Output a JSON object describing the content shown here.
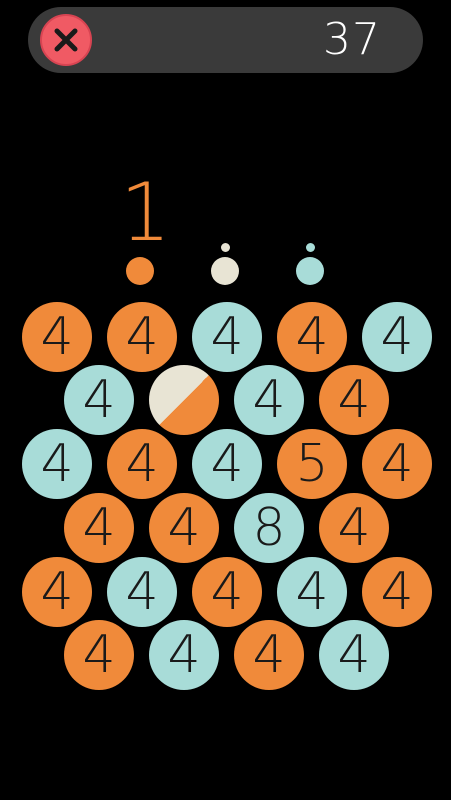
{
  "header": {
    "close_icon": "close-icon",
    "score": "37"
  },
  "next": {
    "count": "1",
    "queue": [
      {
        "color": "#f08a3a",
        "indicator": false
      },
      {
        "color": "#e8e4d4",
        "indicator": true
      },
      {
        "color": "#a8dcd8",
        "indicator": true
      }
    ]
  },
  "colors": {
    "orange": "#f08a3a",
    "teal": "#a8dcd8",
    "cream": "#e8e4d4",
    "close_red": "#f05a64"
  },
  "board": {
    "rows": [
      [
        {
          "value": "4",
          "color": "orange"
        },
        {
          "value": "4",
          "color": "orange"
        },
        {
          "value": "4",
          "color": "teal"
        },
        {
          "value": "4",
          "color": "orange"
        },
        {
          "value": "4",
          "color": "teal"
        }
      ],
      [
        {
          "value": "4",
          "color": "teal"
        },
        {
          "value": "",
          "color": "split"
        },
        {
          "value": "4",
          "color": "teal"
        },
        {
          "value": "4",
          "color": "orange"
        }
      ],
      [
        {
          "value": "4",
          "color": "teal"
        },
        {
          "value": "4",
          "color": "orange"
        },
        {
          "value": "4",
          "color": "teal"
        },
        {
          "value": "5",
          "color": "orange"
        },
        {
          "value": "4",
          "color": "orange"
        }
      ],
      [
        {
          "value": "4",
          "color": "orange"
        },
        {
          "value": "4",
          "color": "orange"
        },
        {
          "value": "8",
          "color": "teal"
        },
        {
          "value": "4",
          "color": "orange"
        }
      ],
      [
        {
          "value": "4",
          "color": "orange"
        },
        {
          "value": "4",
          "color": "teal"
        },
        {
          "value": "4",
          "color": "orange"
        },
        {
          "value": "4",
          "color": "teal"
        },
        {
          "value": "4",
          "color": "orange"
        }
      ],
      [
        {
          "value": "4",
          "color": "orange"
        },
        {
          "value": "4",
          "color": "teal"
        },
        {
          "value": "4",
          "color": "orange"
        },
        {
          "value": "4",
          "color": "teal"
        }
      ]
    ]
  }
}
